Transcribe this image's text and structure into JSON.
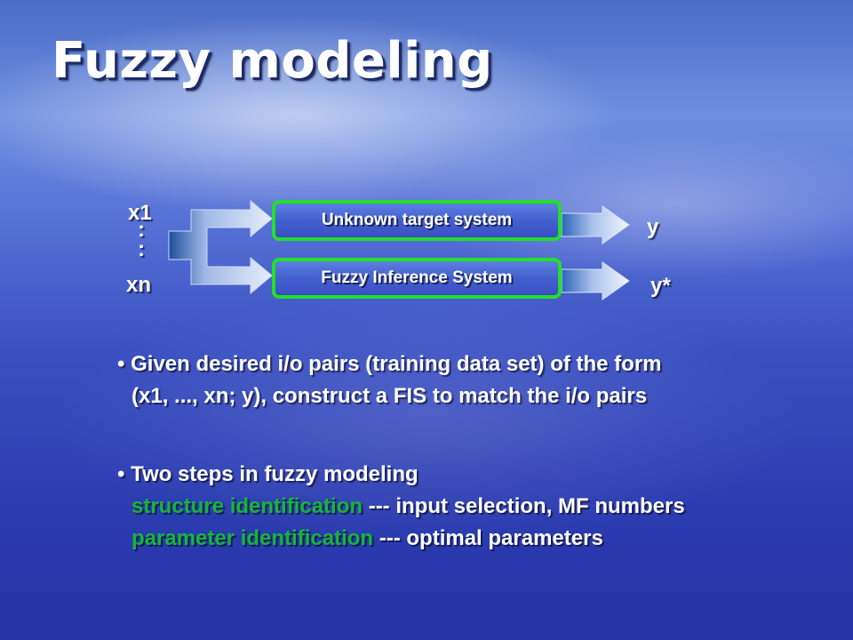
{
  "title": "Fuzzy modeling",
  "diagram": {
    "input_first": "x1",
    "input_dots": ":",
    "input_last": "xn",
    "box_target": "Unknown target system",
    "box_fis": "Fuzzy Inference System",
    "output_target": "y",
    "output_fis": "y*"
  },
  "bullets": {
    "b1_line1": "Given desired i/o pairs (training data set) of the form",
    "b1_line2": "(x1, ..., xn; y), construct a FIS to match the i/o pairs",
    "b2_line1": "Two steps in fuzzy modeling",
    "b2_step1_term": "structure identification",
    "b2_step1_rest": " --- input selection, MF numbers",
    "b2_step2_term": "parameter identification",
    "b2_step2_rest": " --- optimal parameters"
  },
  "colors": {
    "box_border": "#22e02a",
    "highlight_text": "#16b53a"
  }
}
